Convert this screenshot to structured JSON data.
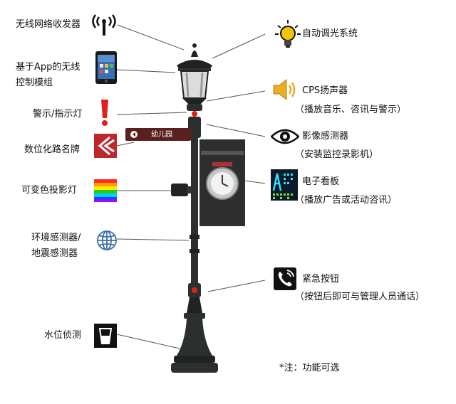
{
  "left": {
    "wireless_transceiver": "无线网络收发器",
    "app_control_line1": "基于App的无线",
    "app_control_line2": "控制模组",
    "warning_light": "警示/指示灯",
    "digital_sign": "数位化路名牌",
    "color_projector": "可变色投影灯",
    "env_sensor_line1": "环境感测器/",
    "env_sensor_line2": "地震感测器",
    "water_level": "水位侦测"
  },
  "right": {
    "auto_dimming": "自动调光系统",
    "cps_speaker": "CPS扬声器",
    "cps_speaker_detail": "（播放音乐、咨讯与警示）",
    "image_sensor": "影像感测器",
    "image_sensor_detail": "（安装监控录影机）",
    "e_board": "电子看板",
    "e_board_detail": "（播放广告或活动咨讯）",
    "emergency_button": "紧急按钮",
    "emergency_button_detail": "（按钮后即可与管理人员通话）"
  },
  "street_sign": "幼儿园",
  "note": "*注：功能可选",
  "colors": {
    "pole": "#2b2f2e",
    "warning_red": "#e02020",
    "sign_brown": "#5a2020",
    "bulb_yellow": "#f5c400",
    "speaker_yellow": "#e8b020"
  }
}
